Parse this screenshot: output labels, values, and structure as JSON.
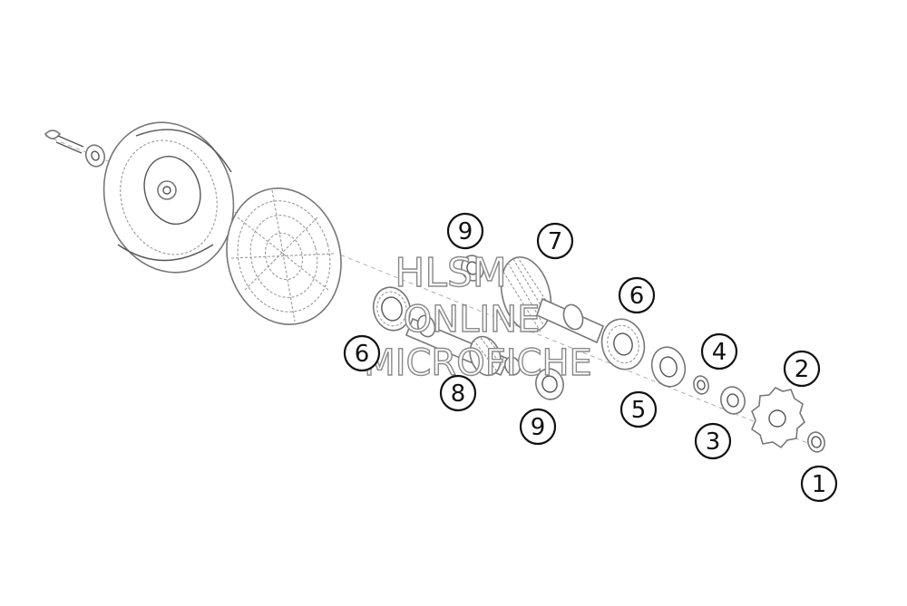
{
  "watermark": {
    "line1": "HLSM",
    "line2": "ONLINE",
    "line3": "MICROFICHE"
  },
  "callouts": [
    {
      "id": "c1",
      "label": "1"
    },
    {
      "id": "c2",
      "label": "2"
    },
    {
      "id": "c3",
      "label": "3"
    },
    {
      "id": "c4",
      "label": "4"
    },
    {
      "id": "c5",
      "label": "5"
    },
    {
      "id": "c6a",
      "label": "6"
    },
    {
      "id": "c6b",
      "label": "6"
    },
    {
      "id": "c7",
      "label": "7"
    },
    {
      "id": "c8",
      "label": "8"
    },
    {
      "id": "c9a",
      "label": "9"
    },
    {
      "id": "c9b",
      "label": "9"
    }
  ]
}
